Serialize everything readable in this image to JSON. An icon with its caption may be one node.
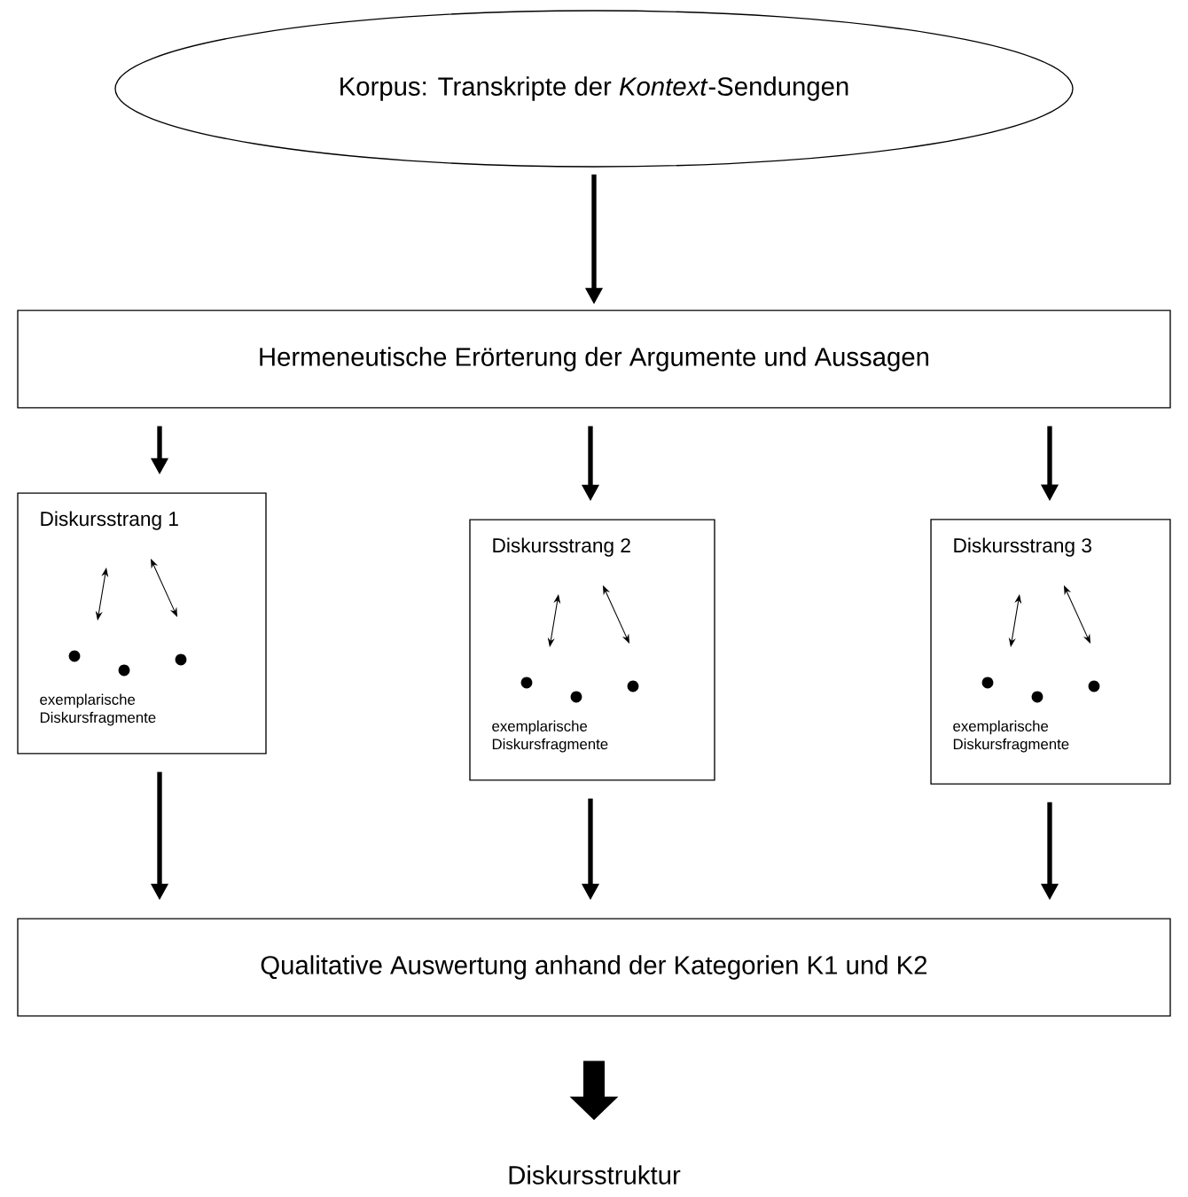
{
  "diagram": {
    "nodes": [
      {
        "text": [
          "Korpus: Transkripte der *Kontext*-Sendungen"
        ]
      },
      {
        "text": [
          "Hermeneutische Erörterung der Argumente und Aussagen"
        ]
      },
      {
        "text": [
          "Diskursstrang 1",
          "exemplarische Diskursfragmente"
        ]
      },
      {
        "text": [
          "Diskursstrang 2",
          "exemplarische Diskursfragmente"
        ]
      },
      {
        "text": [
          "Diskursstrang 3",
          "exemplarische Diskursfragmente"
        ]
      },
      {
        "text": [
          "Qualitative Auswertung anhand der Kategorien K1 und K2"
        ]
      },
      {
        "text": [
          "Diskursstruktur"
        ]
      }
    ],
    "edges": [
      {
        "from": 0,
        "to": 1,
        "arrow": "to"
      },
      {
        "from": 1,
        "to": 2,
        "arrow": "to"
      },
      {
        "from": 1,
        "to": 3,
        "arrow": "to"
      },
      {
        "from": 1,
        "to": 4,
        "arrow": "to"
      },
      {
        "from": 2,
        "to": 5,
        "arrow": "to"
      },
      {
        "from": 3,
        "to": 5,
        "arrow": "to"
      },
      {
        "from": 4,
        "to": 5,
        "arrow": "to"
      },
      {
        "from": 5,
        "to": 6,
        "arrow": "to",
        "style": "thick"
      }
    ]
  }
}
